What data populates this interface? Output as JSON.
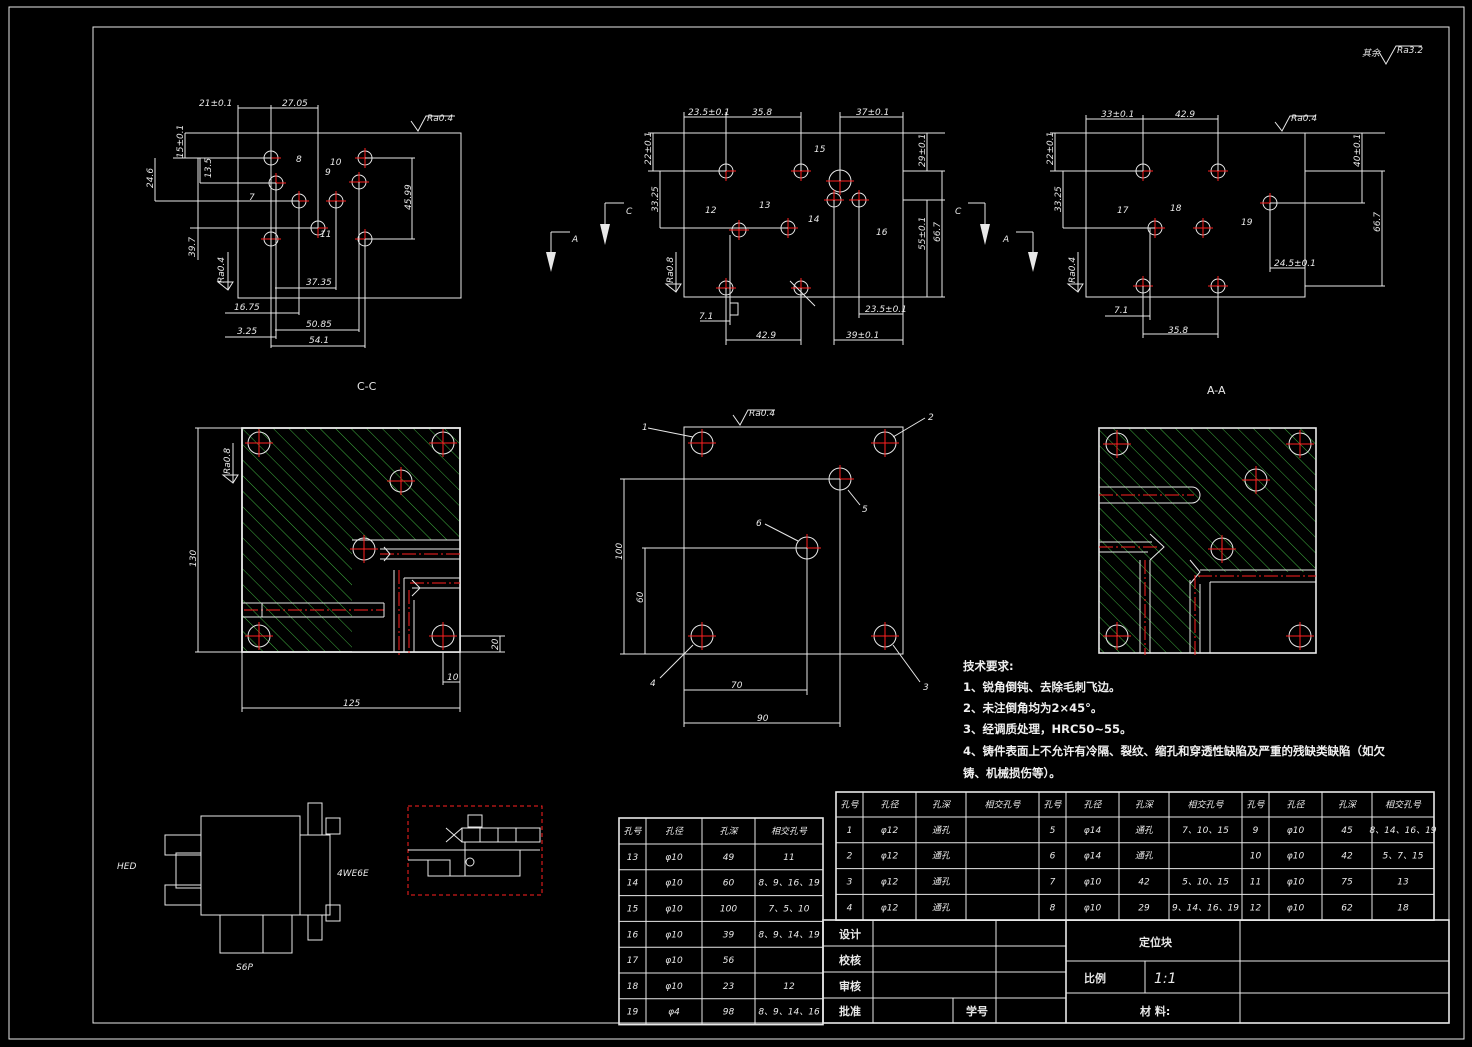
{
  "roughness_note": {
    "prefix": "其余",
    "value": "Ra3.2"
  },
  "roughness": {
    "ra04": "Ra0.4",
    "ra08": "Ra0.8"
  },
  "section_labels": {
    "cc": "C-C",
    "aa": "A-A",
    "c": "C",
    "a": "A"
  },
  "view1_dims": [
    "21±0.1",
    "27.05",
    "15±0.1",
    "13.5",
    "24.6",
    "39.7",
    "45.99",
    "37.35",
    "16.75",
    "50.85",
    "3.25",
    "54.1"
  ],
  "view1_holes": [
    "7",
    "8",
    "9",
    "10",
    "11"
  ],
  "view2_dims": [
    "23.5±0.1",
    "35.8",
    "37±0.1",
    "22±0.1",
    "29±0.1",
    "33.25",
    "55±0.1",
    "66.7",
    "7.1",
    "23.5±0.1",
    "42.9",
    "39±0.1"
  ],
  "view2_holes": [
    "12",
    "13",
    "14",
    "15",
    "16"
  ],
  "view3_dims": [
    "33±0.1",
    "42.9",
    "22±0.1",
    "40±0.1",
    "33.25",
    "66.7",
    "24.5±0.1",
    "7.1",
    "35.8"
  ],
  "view3_holes": [
    "17",
    "18",
    "19"
  ],
  "cc_dims": [
    "130",
    "125",
    "10",
    "20"
  ],
  "plan_dims": [
    "100",
    "60",
    "70",
    "90"
  ],
  "plan_holes": [
    "1",
    "2",
    "3",
    "4",
    "5",
    "6"
  ],
  "components": {
    "hed": "HED",
    "valve": "4WE6E",
    "base": "S6P"
  },
  "tech_requirements": {
    "title": "技术要求:",
    "lines": [
      "1、锐角倒钝、去除毛刺飞边。",
      "2、未注倒角均为2×45°。",
      "3、经调质处理，HRC50~55。",
      "4、铸件表面上不允许有冷隔、裂纹、缩孔和穿透性缺陷及严重的残缺类缺陷（如欠",
      "铸、机械损伤等）。"
    ]
  },
  "hole_table_left": {
    "headers": [
      "孔号",
      "孔径",
      "孔深",
      "相交孔号"
    ],
    "rows": [
      [
        "13",
        "φ10",
        "49",
        "11"
      ],
      [
        "14",
        "φ10",
        "60",
        "8、9、16、19"
      ],
      [
        "15",
        "φ10",
        "100",
        "7、5、10"
      ],
      [
        "16",
        "φ10",
        "39",
        "8、9、14、19"
      ],
      [
        "17",
        "φ10",
        "56",
        ""
      ],
      [
        "18",
        "φ10",
        "23",
        "12"
      ],
      [
        "19",
        "φ4",
        "98",
        "8、9、14、16"
      ]
    ]
  },
  "hole_table_right": {
    "headers": [
      "孔号",
      "孔径",
      "孔深",
      "相交孔号",
      "孔号",
      "孔径",
      "孔深",
      "相交孔号",
      "孔号",
      "孔径",
      "孔深",
      "相交孔号"
    ],
    "rows": [
      [
        "1",
        "φ12",
        "通孔",
        "",
        "5",
        "φ14",
        "通孔",
        "7、10、15",
        "9",
        "φ10",
        "45",
        "8、14、16、19"
      ],
      [
        "2",
        "φ12",
        "通孔",
        "",
        "6",
        "φ14",
        "通孔",
        "",
        "10",
        "φ10",
        "42",
        "5、7、15"
      ],
      [
        "3",
        "φ12",
        "通孔",
        "",
        "7",
        "φ10",
        "42",
        "5、10、15",
        "11",
        "φ10",
        "75",
        "13"
      ],
      [
        "4",
        "φ12",
        "通孔",
        "",
        "8",
        "φ10",
        "29",
        "9、14、16、19",
        "12",
        "φ10",
        "62",
        "18"
      ]
    ]
  },
  "title_block": {
    "design": "设计",
    "check": "校核",
    "review": "审核",
    "approve": "批准",
    "student_no": "学号",
    "part_name": "定位块",
    "scale_label": "比例",
    "scale_value": "1:1",
    "material_label": "材 料:"
  }
}
